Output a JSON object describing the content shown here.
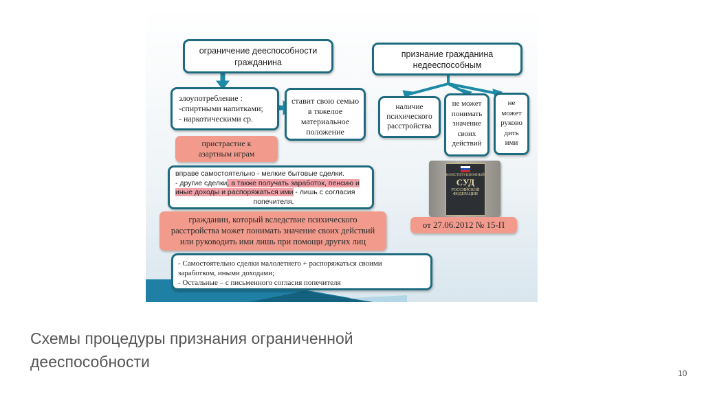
{
  "diagram": {
    "top_left": [
      "ограничение дееспособности",
      "гражданина"
    ],
    "top_right": [
      "признание гражданина",
      "недееспособным"
    ],
    "abuse": [
      "злоупотребление :",
      "-спиртными напитками;",
      "- наркотическими ср."
    ],
    "family": [
      "ставит свою семью",
      "в тяжелое",
      "материальное",
      "положение"
    ],
    "gambling": [
      "пристрастие к",
      "азартным играм"
    ],
    "rights": {
      "line1": "вправе самостоятельно - мелкие бытовые сделки.",
      "line2a": "- другие сделки",
      "line2b": ", а также получать заработок, пенсию и",
      "line3a": "иные доходы и распоряжаться ими",
      "line3b": " - лишь с согласия",
      "line4": "попечителя."
    },
    "mental": [
      "гражданин, который вследствие психического",
      "расстройства может понимать значение своих действий",
      "или руководить ими лишь при помощи других лиц"
    ],
    "minor": [
      "- Самостоятельно сделки малолетнего + распоряжаться своими",
      "заработком, иными доходами;",
      "- Остальные – с письменного согласия попечителя"
    ],
    "disorder": [
      "наличие",
      "психического",
      "расстройства"
    ],
    "cannot_understand": [
      "не может",
      "понимать",
      "значение",
      "своих",
      "действий"
    ],
    "cannot_control": [
      "не",
      "может",
      "руково",
      "дить",
      "ими"
    ],
    "court_sign": [
      "КОНСТИТУЦИОННЫЙ",
      "СУД",
      "РОССИЙСКОЙ",
      "ФЕДЕРАЦИИ"
    ],
    "decision": "от 27.06.2012 № 15-П"
  },
  "caption": [
    "Схемы процедуры признания ограниченной",
    "дееспособности"
  ],
  "page_number": "10"
}
